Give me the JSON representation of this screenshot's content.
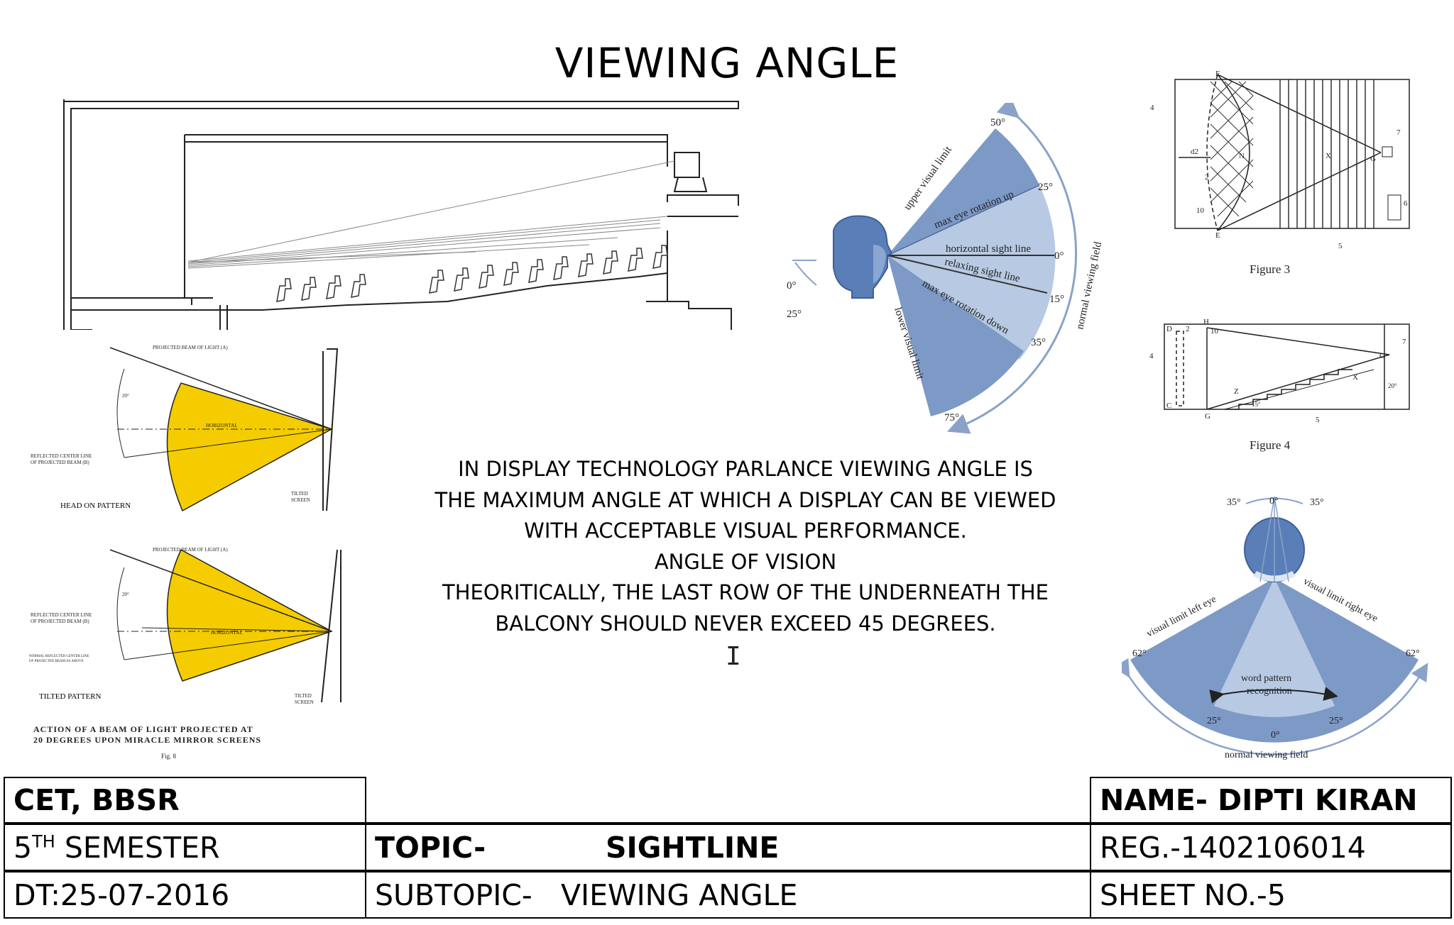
{
  "title": "VIEWING ANGLE",
  "description_lines": [
    "IN DISPLAY TECHNOLOGY PARLANCE VIEWING ANGLE IS",
    "THE MAXIMUM ANGLE AT WHICH A DISPLAY CAN BE VIEWED",
    "WITH ACCEPTABLE VISUAL PERFORMANCE.",
    "ANGLE OF VISION",
    "THEORITICALLY, THE LAST ROW OF THE UNDERNEATH THE",
    "BALCONY SHOULD NEVER EXCEED 45 DEGREES."
  ],
  "cursor_glyph": "I",
  "vertical_field": {
    "labels": {
      "upper": "upper visual limit",
      "max_up": "max eye rotation up",
      "horizontal": "horizontal sight line",
      "relaxing": "relaxing sight line",
      "max_down": "max eye rotation down",
      "lower": "lower visual limit",
      "normal": "normal viewing field"
    },
    "angles": {
      "a50": "50°",
      "a25": "25°",
      "a0": "0°",
      "a15": "15°",
      "a35": "35°",
      "a75": "75°",
      "head0": "0°",
      "head25": "25°"
    }
  },
  "beam_diagram": {
    "top_label": "PROJECTED BEAM OF LIGHT (A)",
    "reflected": "REFLECTED CENTER LINE",
    "reflected2": "OF PROJECTED BEAM (B)",
    "horizontal": "HORIZONTAL",
    "tilted": "TILTED",
    "screen": "SCREEN",
    "angle_20": "20°",
    "head_on": "HEAD ON PATTERN",
    "tilted_pattern": "TILTED PATTERN",
    "normal_reflected": "NORMAL REFLECTED CENTER LINE",
    "normal_reflected2": "OF PROJECTED BEAM AS ABOVE",
    "caption1": "ACTION OF A BEAM OF LIGHT PROJECTED AT",
    "caption2": "20 DEGREES UPON MIRACLE MIRROR SCREENS",
    "fig": "Fig. 8"
  },
  "figure3": {
    "caption": "Figure 3",
    "labels": [
      "F",
      "4",
      "d2",
      "2",
      "10",
      "N",
      "X",
      "G",
      "7",
      "6",
      "E",
      "5"
    ]
  },
  "figure4": {
    "caption": "Figure 4",
    "labels": [
      "H",
      "D",
      "2",
      "10",
      "4",
      "C",
      "G",
      "Z",
      "15°",
      "X",
      "O",
      "7",
      "20°",
      "5"
    ]
  },
  "horizontal_field": {
    "left_limit": "visual limit left eye",
    "right_limit": "visual limit right eye",
    "word_pattern": "word pattern",
    "recognition": "recognition",
    "normal": "normal viewing field",
    "angles": {
      "top35l": "35°",
      "top0": "0°",
      "top35r": "35°",
      "l62": "62°",
      "r62": "62°",
      "l25": "25°",
      "r25": "25°",
      "b0": "0°"
    }
  },
  "title_block": {
    "institute": "CET, BBSR",
    "semester_num": "5",
    "semester_sup": "TH",
    "semester_rest": " SEMESTER",
    "date": "DT:25-07-2016",
    "topic_label": "TOPIC-",
    "topic_value": "SIGHTLINE",
    "subtopic_label": "SUBTOPIC-",
    "subtopic_value": "VIEWING ANGLE",
    "name": "NAME- DIPTI KIRAN",
    "reg": "REG.-1402106014",
    "sheet": "SHEET NO.-5"
  },
  "colors": {
    "field_dark": "#7d99c6",
    "field_light": "#b8cae3",
    "head": "#5a7fb8",
    "beam": "#f5cc00"
  }
}
